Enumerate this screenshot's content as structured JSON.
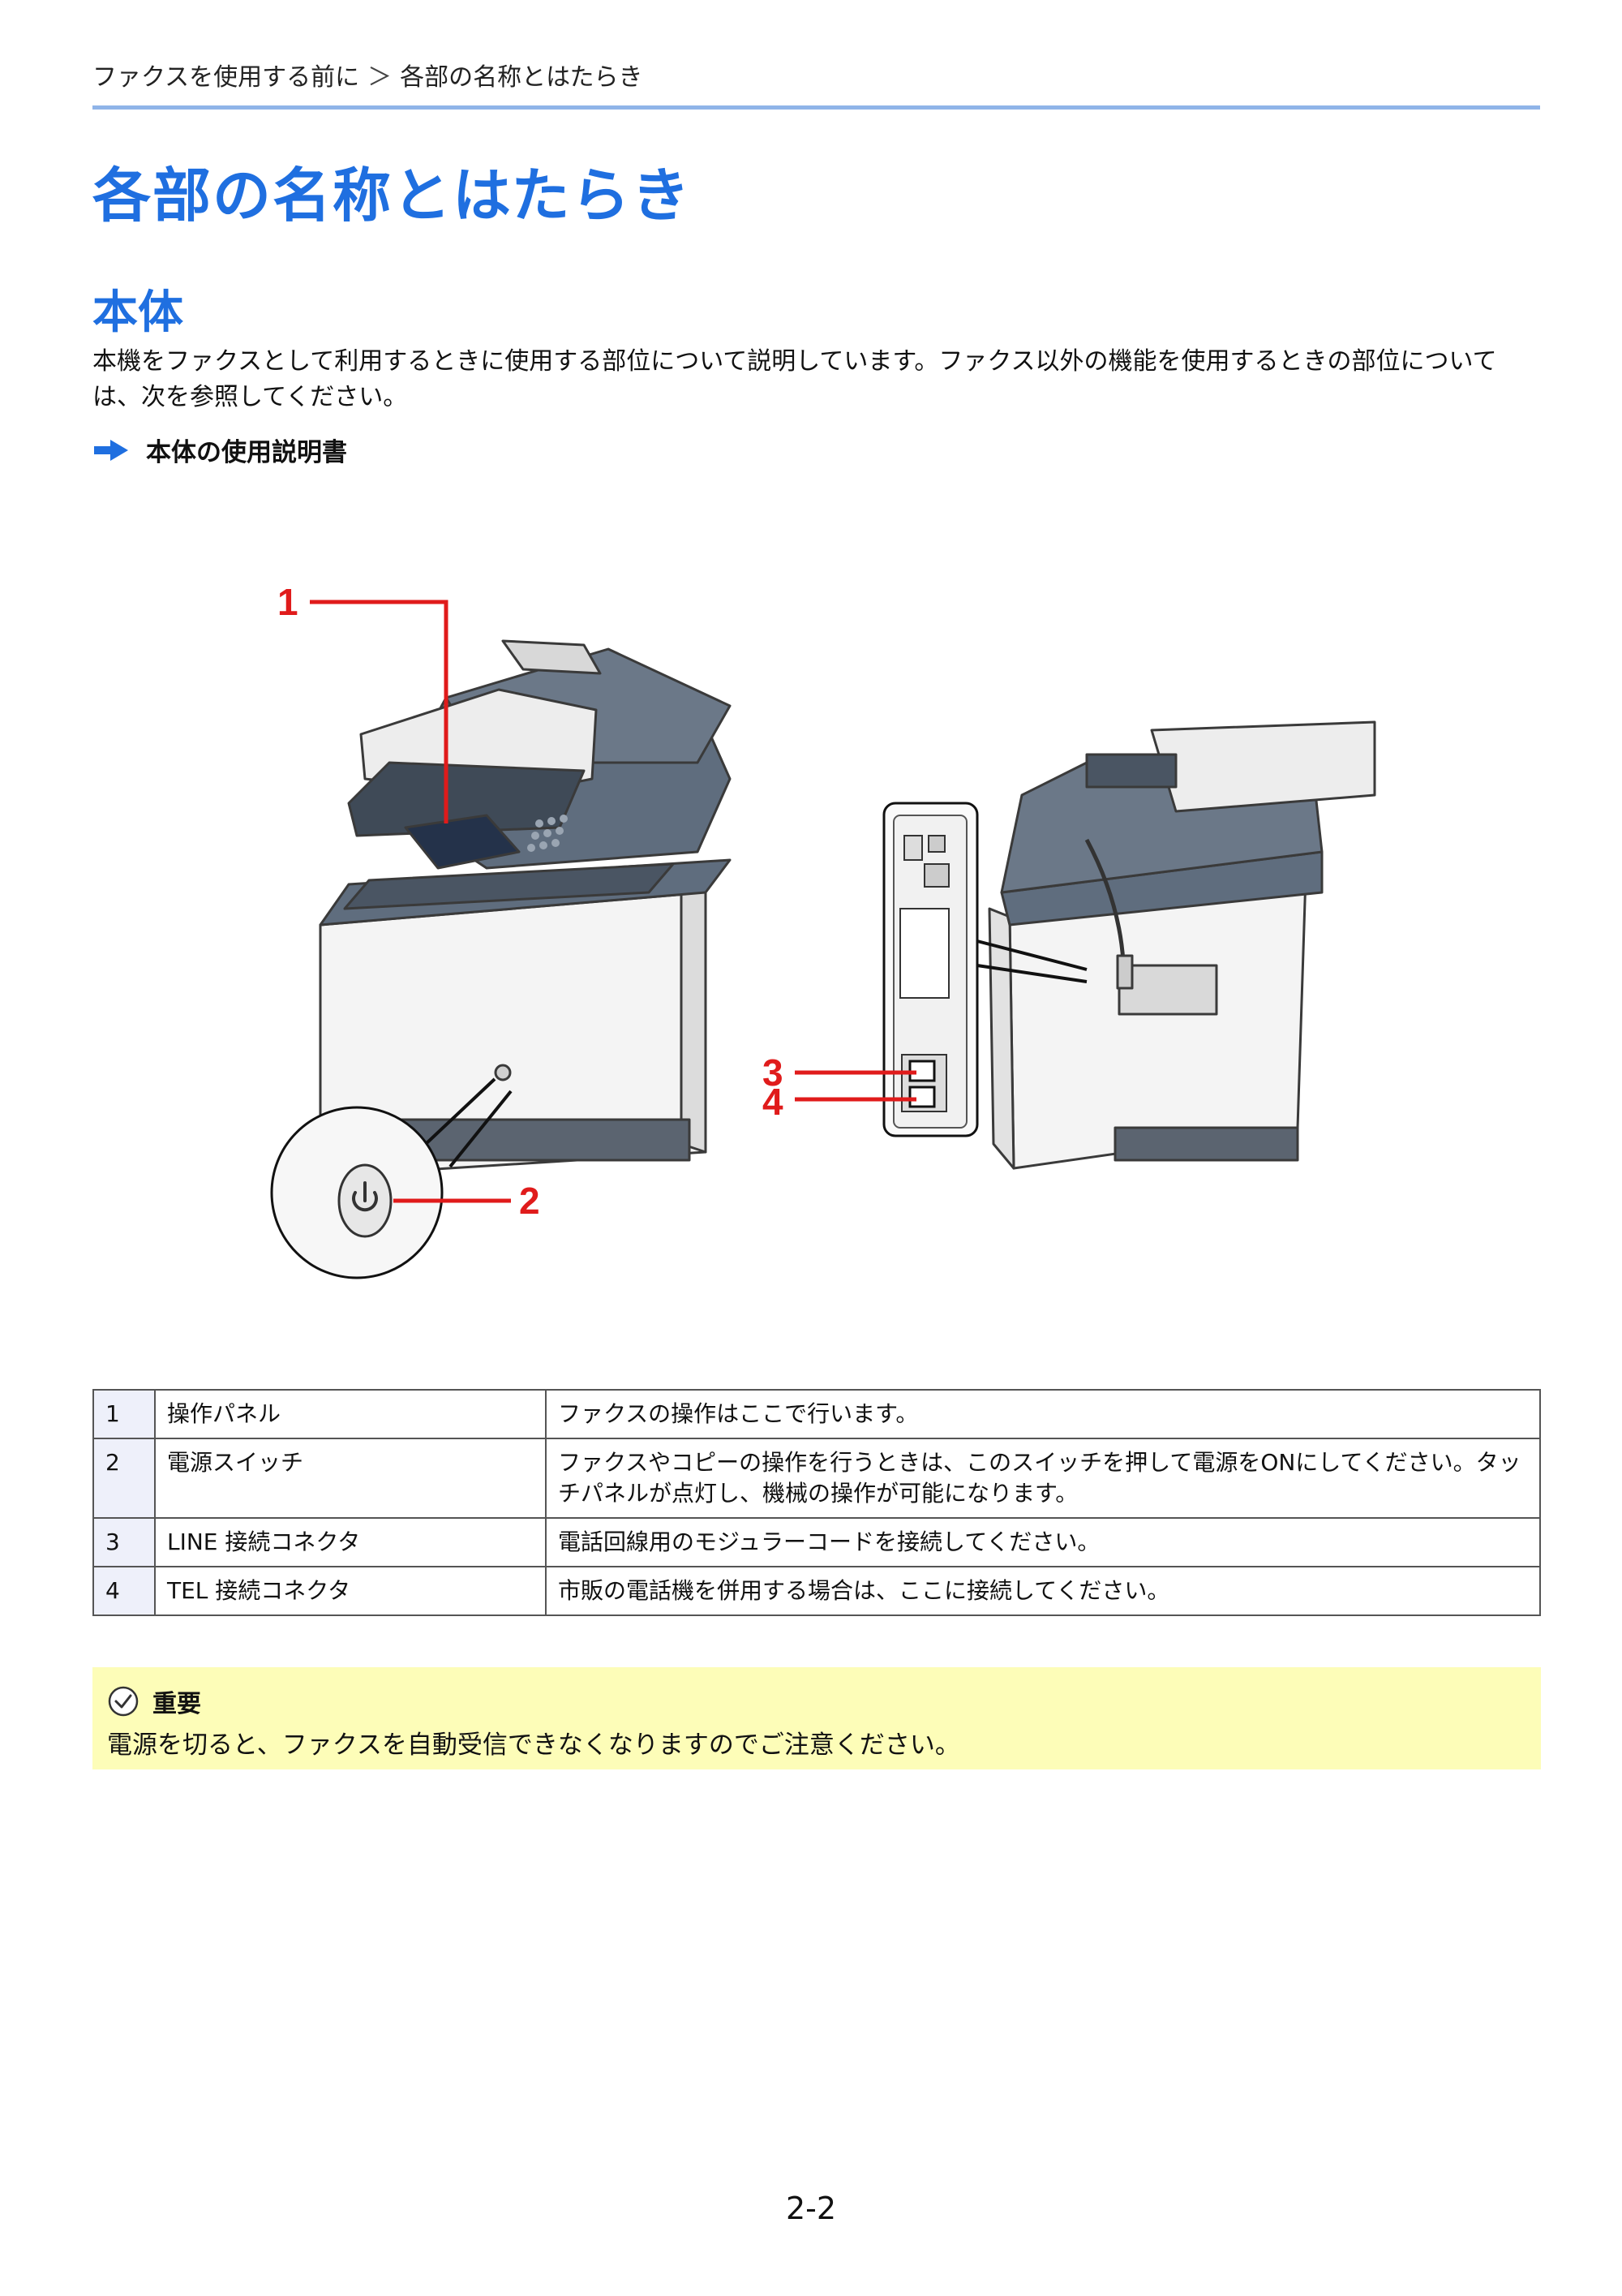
{
  "breadcrumb": {
    "parent": "ファクスを使用する前に",
    "separator": "＞",
    "current": "各部の名称とはたらき"
  },
  "title": "各部の名称とはたらき",
  "section": {
    "heading": "本体",
    "intro": "本機をファクスとして利用するときに使用する部位について説明しています。ファクス以外の機能を使用するときの部位については、次を参照してください。",
    "reference_link": "本体の使用説明書"
  },
  "figure": {
    "callouts": [
      "1",
      "2",
      "3",
      "4"
    ]
  },
  "parts_table": [
    {
      "num": "1",
      "name": "操作パネル",
      "description": "ファクスの操作はここで行います。"
    },
    {
      "num": "2",
      "name": "電源スイッチ",
      "description": "ファクスやコピーの操作を行うときは、このスイッチを押して電源をONにしてください。タッチパネルが点灯し、機械の操作が可能になります。"
    },
    {
      "num": "3",
      "name": "LINE 接続コネクタ",
      "description": "電話回線用のモジュラーコードを接続してください。"
    },
    {
      "num": "4",
      "name": "TEL 接続コネクタ",
      "description": "市販の電話機を併用する場合は、ここに接続してください。"
    }
  ],
  "note": {
    "heading": "重要",
    "body": "電源を切ると、ファクスを自動受信できなくなりますのでご注意ください。"
  },
  "page_number": "2-2",
  "colors": {
    "heading_blue": "#1f6fe0",
    "rule_blue": "#8fb4e8",
    "callout_red": "#e01b1b",
    "note_yellow": "#fdfdb8"
  }
}
